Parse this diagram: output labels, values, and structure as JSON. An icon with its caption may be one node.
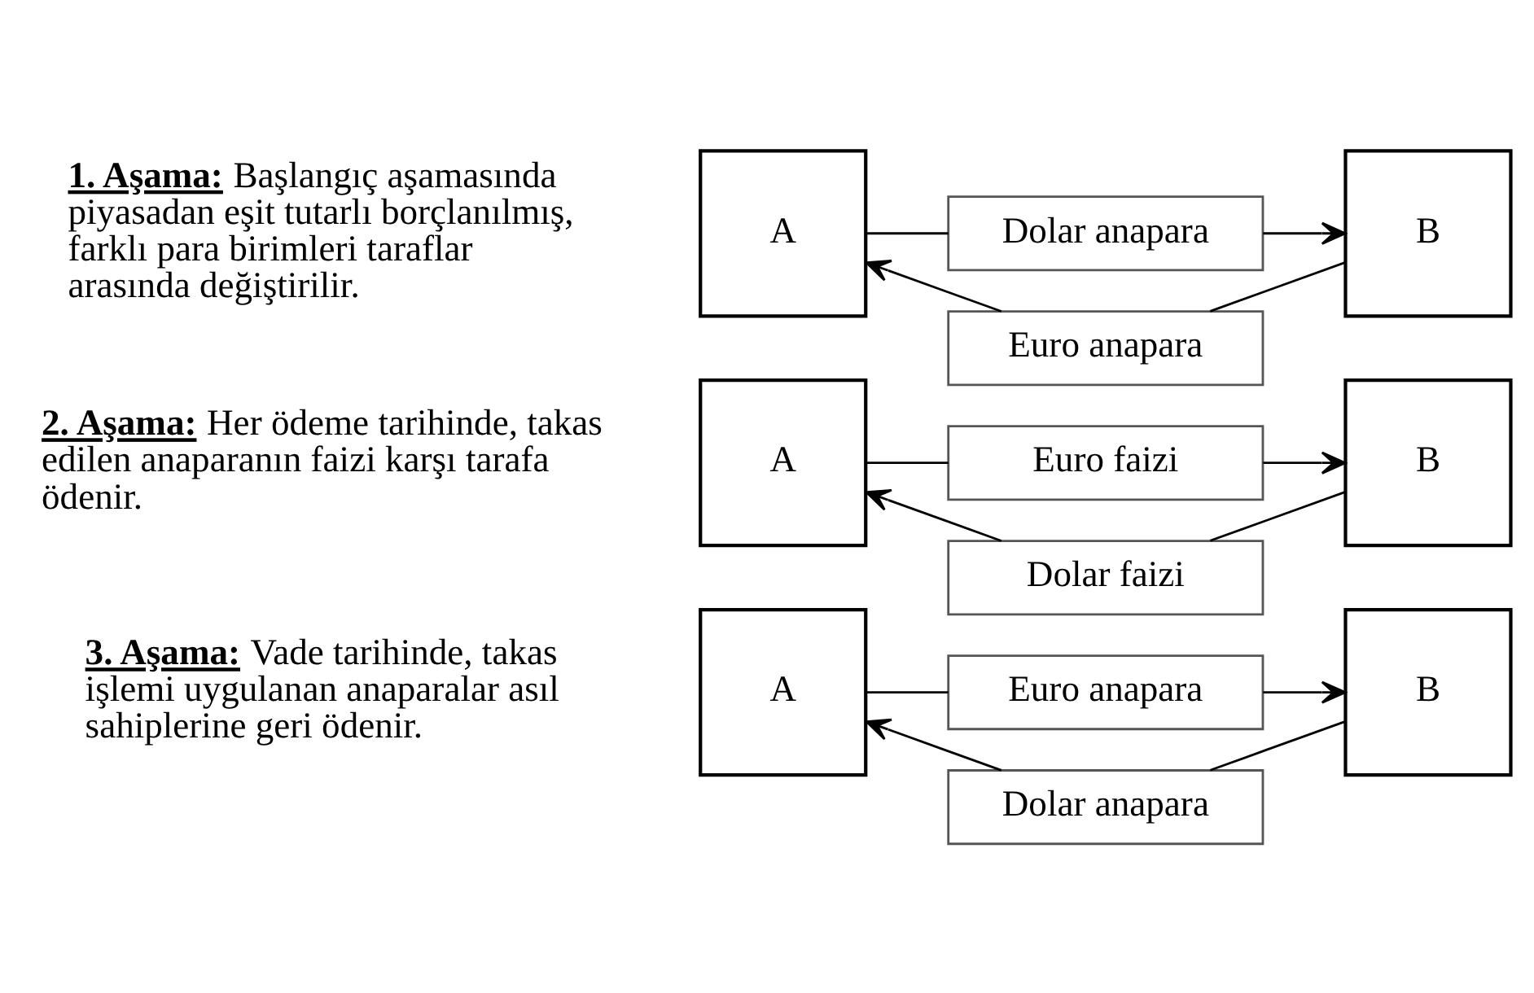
{
  "diagram": {
    "nodes": [
      {
        "text": [
          "A"
        ]
      },
      {
        "text": [
          "Dolar anapara"
        ]
      },
      {
        "text": [
          "Euro anapara"
        ]
      },
      {
        "text": [
          "B"
        ]
      },
      {
        "text": [
          "A"
        ]
      },
      {
        "text": [
          "Euro faizi"
        ]
      },
      {
        "text": [
          "Dolar faizi"
        ]
      },
      {
        "text": [
          "B"
        ]
      },
      {
        "text": [
          "A"
        ]
      },
      {
        "text": [
          "Euro anapara"
        ]
      },
      {
        "text": [
          "Dolar anapara"
        ]
      },
      {
        "text": [
          "B"
        ]
      }
    ],
    "edges": [
      {
        "from": 0,
        "to": 1,
        "arrow": "none"
      },
      {
        "from": 1,
        "to": 3,
        "arrow": "to"
      },
      {
        "from": 3,
        "to": 2,
        "arrow": "none"
      },
      {
        "from": 2,
        "to": 0,
        "arrow": "to"
      },
      {
        "from": 4,
        "to": 5,
        "arrow": "none"
      },
      {
        "from": 5,
        "to": 7,
        "arrow": "to"
      },
      {
        "from": 7,
        "to": 6,
        "arrow": "none"
      },
      {
        "from": 6,
        "to": 4,
        "arrow": "to"
      },
      {
        "from": 8,
        "to": 9,
        "arrow": "none"
      },
      {
        "from": 9,
        "to": 11,
        "arrow": "to"
      },
      {
        "from": 11,
        "to": 10,
        "arrow": "none"
      },
      {
        "from": 10,
        "to": 8,
        "arrow": "to"
      }
    ],
    "labels": [
      "**1. Aşama:** Başlangıç aşamasında piyasadan eşit tutarlı borçlanılmış, farklı para birimleri taraflar arasında değiştirilir.",
      "**2. Aşama:** Her ödeme tarihinde, takas edilen anaparanın faizi karşı tarafa ödenir.",
      "**3. Aşama:** Vade tarihinde, takas işlemi uygulanan anaparalar asıl sahiplerine geri ödenir."
    ]
  }
}
